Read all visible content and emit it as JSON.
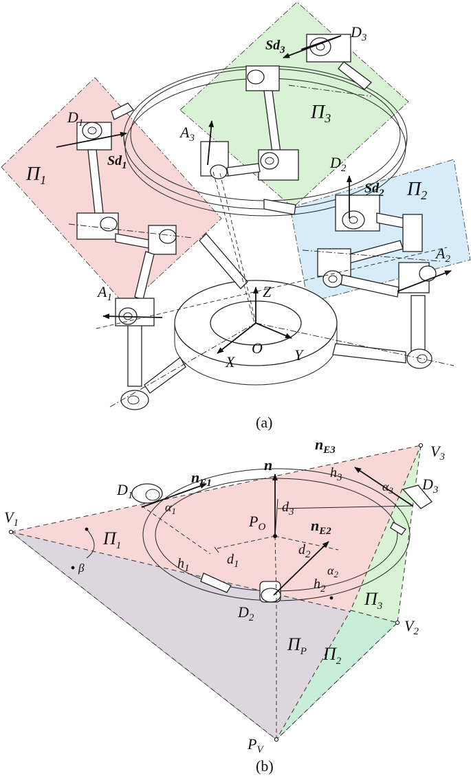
{
  "caption_a": "(a)",
  "caption_b": "(b)",
  "fig_a": {
    "D1": "D",
    "D1_sub": "1",
    "D2": "D",
    "D2_sub": "2",
    "D3": "D",
    "D3_sub": "3",
    "A1": "A",
    "A1_sub": "1",
    "A2": "A",
    "A2_sub": "2",
    "A3": "A",
    "A3_sub": "3",
    "Sd1": "Sd",
    "Sd1_sub": "1",
    "Sd2": "Sd",
    "Sd2_sub": "2",
    "Sd3": "Sd",
    "Sd3_sub": "3",
    "Pi1": "Π",
    "Pi1_sub": "1",
    "Pi2": "Π",
    "Pi2_sub": "2",
    "Pi3": "Π",
    "Pi3_sub": "3",
    "Z": "Z",
    "O": "O",
    "X": "X",
    "Y": "Y"
  },
  "fig_b": {
    "n": "n",
    "nE1": "n",
    "nE1_sub": "E1",
    "nE2": "n",
    "nE2_sub": "E2",
    "nE3": "n",
    "nE3_sub": "E3",
    "V1": "V",
    "V1_sub": "1",
    "V2": "V",
    "V2_sub": "2",
    "V3": "V",
    "V3_sub": "3",
    "D1": "D",
    "D1_sub": "1",
    "D2": "D",
    "D2_sub": "2",
    "D3": "D",
    "D3_sub": "3",
    "PO": "P",
    "PO_sub": "O",
    "PV": "P",
    "PV_sub": "V",
    "PP": "Π",
    "PP_sub": "P",
    "Pi1": "Π",
    "Pi1_sub": "1",
    "Pi2": "Π",
    "Pi2_sub": "2",
    "Pi3": "Π",
    "Pi3_sub": "3",
    "h1": "h",
    "h1_sub": "1",
    "h2": "h",
    "h2_sub": "2",
    "h3": "h",
    "h3_sub": "3",
    "d1": "d",
    "d1_sub": "1",
    "d2": "d",
    "d2_sub": "2",
    "d3": "d",
    "d3_sub": "3",
    "a1": "α",
    "a1_sub": "1",
    "a2": "α",
    "a2_sub": "2",
    "a3": "α",
    "a3_sub": "3",
    "beta": "β"
  },
  "colors": {
    "plane_red": "#f8d7d7",
    "plane_green": "#d9f1d4",
    "plane_blue": "#d6ecf8",
    "plane_gray": "#ddd6df",
    "plane_teal": "#c8eed8",
    "ink": "#222222"
  }
}
